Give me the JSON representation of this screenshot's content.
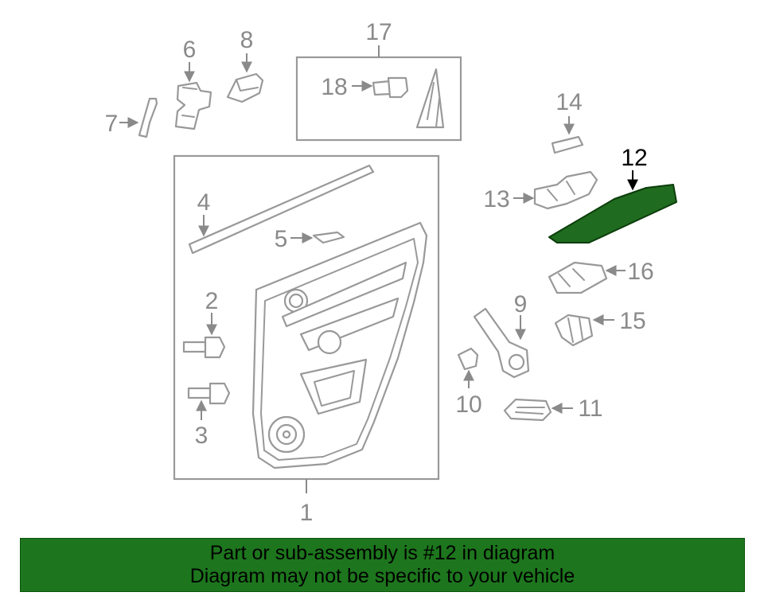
{
  "colors": {
    "highlight_fill": "#1f6b1f",
    "highlight_stroke": "#0c3d0c",
    "part_stroke": "#999999",
    "label_text": "#8a8a8a",
    "highlight_label": "#000000",
    "banner_bg": "#1d761d",
    "banner_text": "#000000"
  },
  "callouts": {
    "c1": "1",
    "c2": "2",
    "c3": "3",
    "c4": "4",
    "c5": "5",
    "c6": "6",
    "c7": "7",
    "c8": "8",
    "c9": "9",
    "c10": "10",
    "c11": "11",
    "c12": "12",
    "c13": "13",
    "c14": "14",
    "c15": "15",
    "c16": "16",
    "c17": "17",
    "c18": "18"
  },
  "highlighted_part": "12",
  "banner": {
    "line1": "Part or sub-assembly is #12 in diagram",
    "line2": "Diagram may not be specific to your vehicle"
  }
}
